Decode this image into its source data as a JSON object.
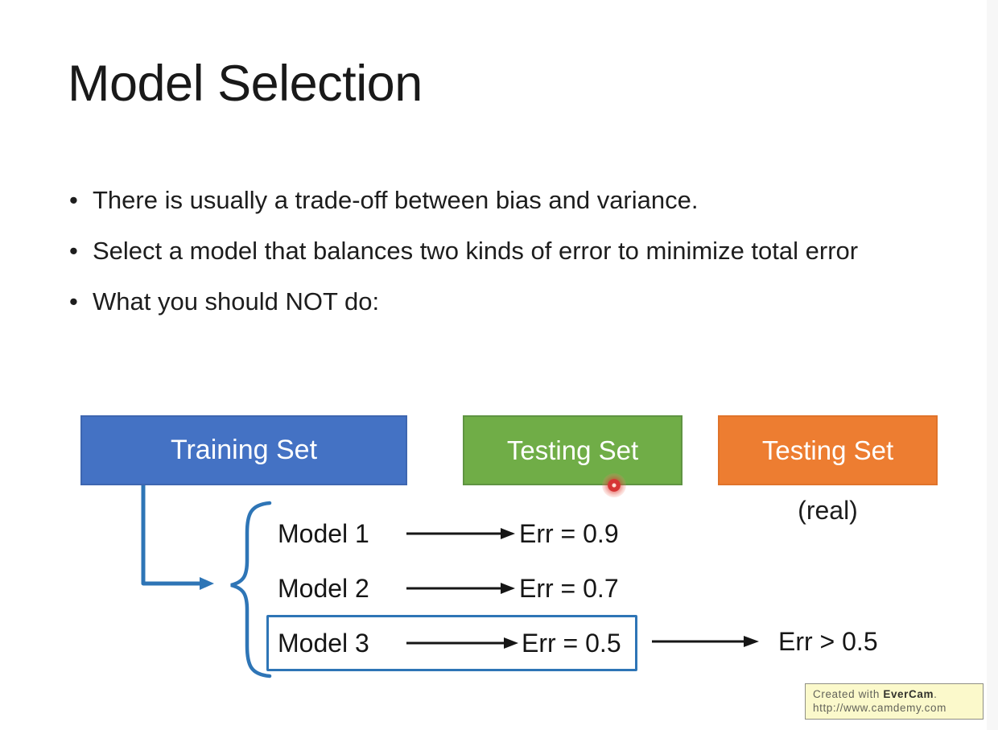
{
  "slide": {
    "title": "Model Selection",
    "bullets": [
      "There is usually a trade-off between bias and variance.",
      "Select a model that balances two kinds of error to minimize total error",
      "What you should NOT do:"
    ]
  },
  "diagram": {
    "boxes": [
      {
        "label": "Training Set",
        "color": "#4472c4"
      },
      {
        "label": "Testing Set",
        "color": "#70ad47"
      },
      {
        "label": "Testing Set",
        "color": "#ed7d31"
      }
    ],
    "real_caption": "(real)",
    "rows": [
      {
        "model": "Model 1",
        "err": "Err = 0.9"
      },
      {
        "model": "Model 2",
        "err": "Err = 0.7"
      },
      {
        "model": "Model 3",
        "err": "Err = 0.5",
        "highlighted": true
      }
    ],
    "final_err": "Err > 0.5",
    "connector_color": "#2e75b6",
    "arrow_color": "#161616"
  },
  "pointer": {
    "type": "laser-dot",
    "color": "#d63535"
  },
  "watermark": {
    "line1_prefix": "Created with ",
    "line1_brand": "EverCam",
    "line1_suffix": ".",
    "line2": "http://www.camdemy.com",
    "background": "#fbf9cb"
  }
}
